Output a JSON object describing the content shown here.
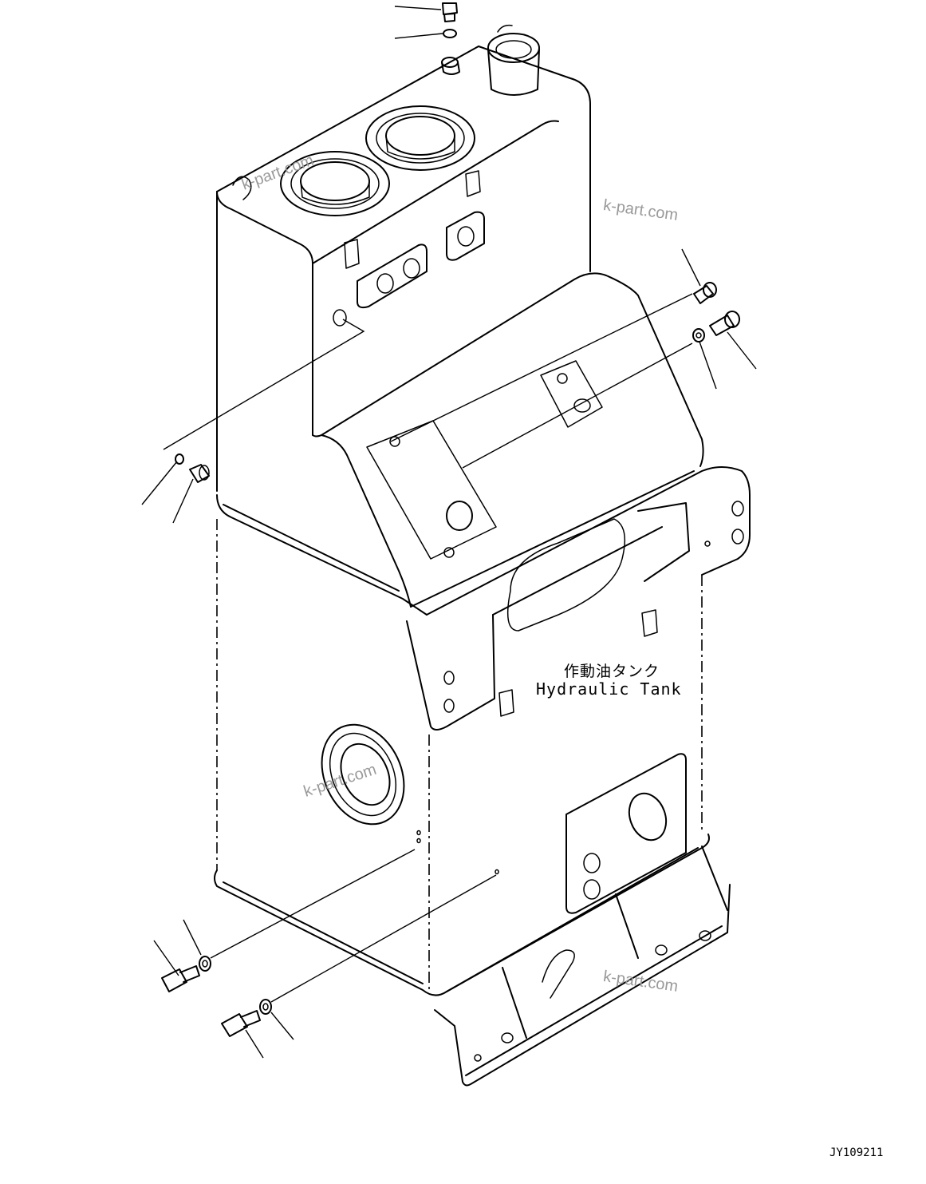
{
  "diagram": {
    "label_jp": "作動油タンク",
    "label_en": "Hydraulic Tank",
    "code": "JY109211",
    "watermark": "k-part.com"
  },
  "parts": [
    {
      "name": "drain-plug-top"
    },
    {
      "name": "o-ring-top"
    },
    {
      "name": "boss-top"
    },
    {
      "name": "plug-side-left"
    },
    {
      "name": "o-ring-side-left"
    },
    {
      "name": "bolt-upper-right"
    },
    {
      "name": "washer-upper-right"
    },
    {
      "name": "bolt-right"
    },
    {
      "name": "bolt-lower-left"
    },
    {
      "name": "washer-lower-left"
    },
    {
      "name": "bolt-lower"
    },
    {
      "name": "washer-lower"
    }
  ]
}
